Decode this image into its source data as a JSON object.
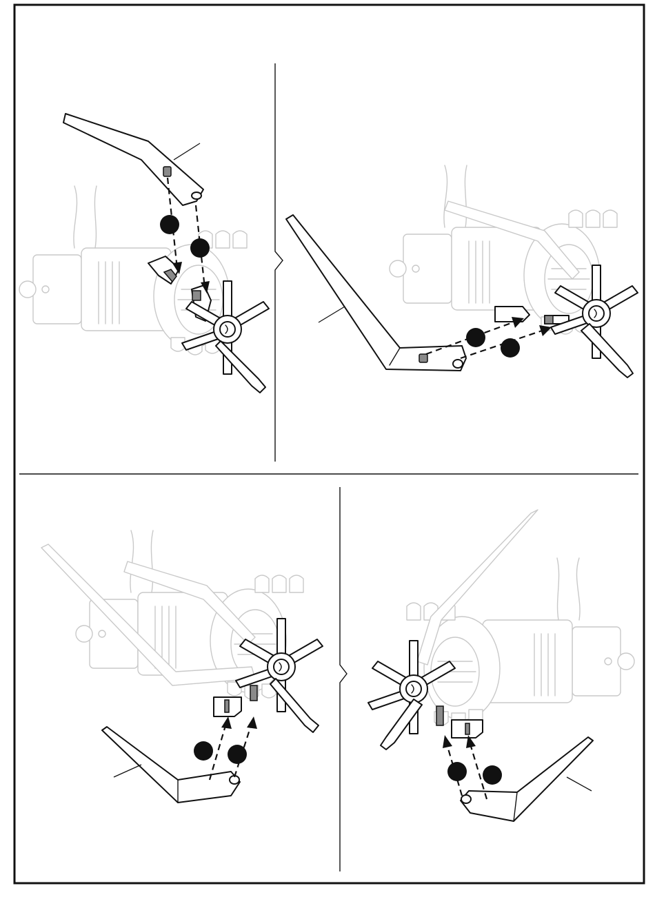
{
  "diagram": {
    "panels": [
      {
        "id": "top-left",
        "step_markers": 2
      },
      {
        "id": "top-right",
        "step_markers": 2
      },
      {
        "id": "bottom-left",
        "step_markers": 2
      },
      {
        "id": "bottom-right",
        "step_markers": 2
      }
    ],
    "colors": {
      "frame": "#111111",
      "ghost_parts": "#c9c9c9",
      "highlight_slot": "#8a8a8a",
      "step_marker": "#111111"
    },
    "icons": [
      "arrow-down-icon",
      "arrow-right-icon",
      "arrow-up-icon"
    ]
  }
}
